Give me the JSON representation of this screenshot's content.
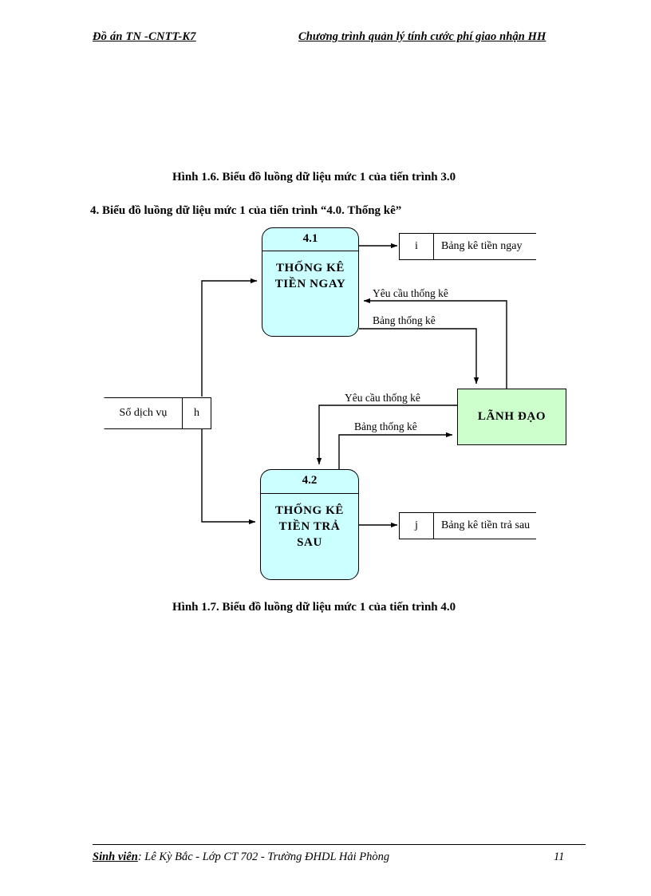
{
  "header": {
    "left": "Đồ án TN -CNTT-K7",
    "right": "Chương trình quản lý tính cước  phí giao nhận HH"
  },
  "body": {
    "caption_top": "Hình 1.6. Biểu đồ luồng dữ liệu mức 1 của tiến trình 3.0",
    "section_heading": "4. Biểu đồ luồng dữ liệu mức 1 của tiến trình “4.0. Thống kê”",
    "caption_bottom": "Hình 1.7. Biểu đồ luồng dữ liệu mức 1 của tiến trình 4.0"
  },
  "diagram": {
    "processes": [
      {
        "number": "4.1",
        "name_line1": "THỐNG KÊ",
        "name_line2": "TIỀN NGAY",
        "name_line3": "",
        "fill": "#ccffff"
      },
      {
        "number": "4.2",
        "name_line1": "THỐNG KÊ",
        "name_line2": "TIỀN TRẢ",
        "name_line3": "SAU",
        "fill": "#ccffff"
      }
    ],
    "entity": {
      "label": "LÃNH ĐẠO",
      "fill": "#ccffcc"
    },
    "stores": [
      {
        "code": "i",
        "label": "Bảng kê tiền ngay"
      },
      {
        "code": "h",
        "label": "Sổ dịch vụ"
      },
      {
        "code": "j",
        "label": "Bảng kê tiền trả sau"
      }
    ],
    "flows": [
      {
        "label": "Yêu cầu thống kê",
        "from": "LÃNH ĐẠO",
        "to": "4.1"
      },
      {
        "label": "Bảng thống kê",
        "from": "4.1",
        "to": "LÃNH ĐẠO"
      },
      {
        "label": "Yêu cầu thống kê",
        "from": "LÃNH ĐẠO",
        "to": "4.2"
      },
      {
        "label": "Bảng thống kê",
        "from": "4.2",
        "to": "LÃNH ĐẠO"
      }
    ]
  },
  "footer": {
    "student_label": "Sinh viên",
    "student_text": ": Lê Kỳ Bắc - Lớp CT 702 - Trường ĐHDL Hải Phòng",
    "page_number": "11"
  }
}
